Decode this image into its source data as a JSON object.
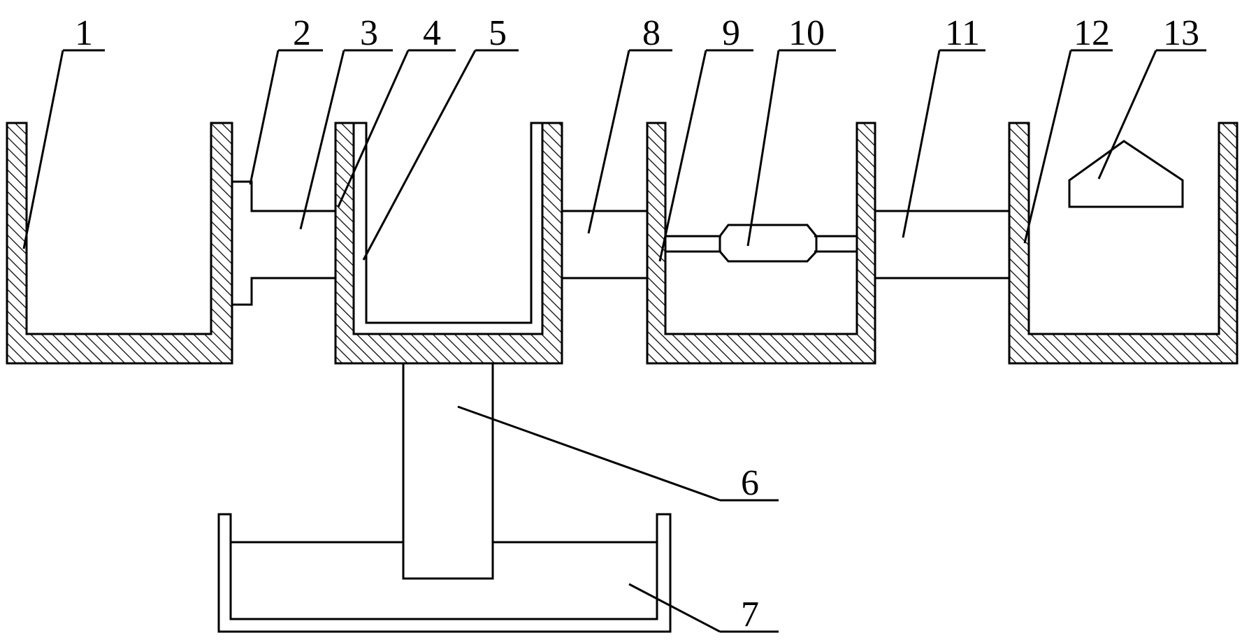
{
  "callouts": [
    {
      "key": "c1",
      "label": "1"
    },
    {
      "key": "c2",
      "label": "2"
    },
    {
      "key": "c3",
      "label": "3"
    },
    {
      "key": "c4",
      "label": "4"
    },
    {
      "key": "c5",
      "label": "5"
    },
    {
      "key": "c8",
      "label": "8"
    },
    {
      "key": "c9",
      "label": "9"
    },
    {
      "key": "c10",
      "label": "10"
    },
    {
      "key": "c11",
      "label": "11"
    },
    {
      "key": "c12",
      "label": "12"
    },
    {
      "key": "c13",
      "label": "13"
    },
    {
      "key": "c6",
      "label": "6"
    },
    {
      "key": "c7",
      "label": "7"
    }
  ]
}
